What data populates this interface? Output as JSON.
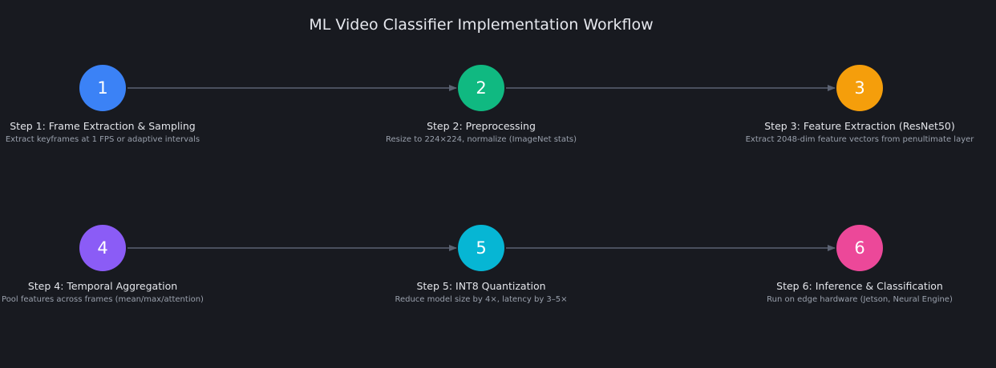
{
  "title": "ML Video Classifier Implementation Workflow",
  "colors": {
    "background": "#181a20",
    "arrow": "#5b6272",
    "step1": "#3b82f6",
    "step2": "#10b981",
    "step3": "#f59e0b",
    "step4": "#8b5cf6",
    "step5": "#06b6d4",
    "step6": "#ec4899"
  },
  "steps": [
    {
      "number": "1",
      "label": "Step 1: Frame Extraction & Sampling",
      "description": "Extract keyframes at 1 FPS or adaptive intervals"
    },
    {
      "number": "2",
      "label": "Step 2: Preprocessing",
      "description": "Resize to 224×224, normalize (ImageNet stats)"
    },
    {
      "number": "3",
      "label": "Step 3: Feature Extraction (ResNet50)",
      "description": "Extract 2048-dim feature vectors from penultimate layer"
    },
    {
      "number": "4",
      "label": "Step 4: Temporal Aggregation",
      "description": "Pool features across frames (mean/max/attention)"
    },
    {
      "number": "5",
      "label": "Step 5: INT8 Quantization",
      "description": "Reduce model size by 4×, latency by 3–5×"
    },
    {
      "number": "6",
      "label": "Step 6: Inference & Classification",
      "description": "Run on edge hardware (Jetson, Neural Engine)"
    }
  ]
}
